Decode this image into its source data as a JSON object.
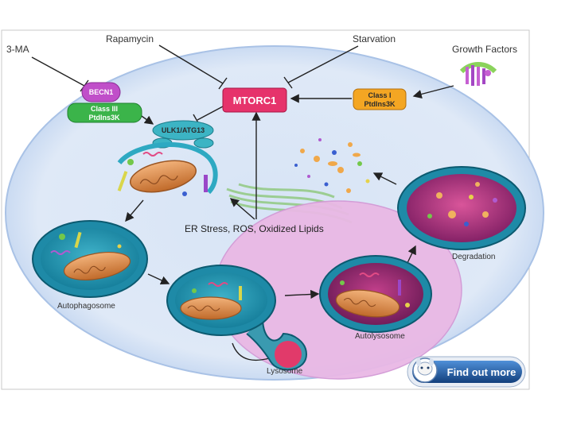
{
  "inputs": {
    "three_ma": "3-MA",
    "rapamycin": "Rapamycin",
    "starvation": "Starvation",
    "growth_factors": "Growth Factors"
  },
  "nodes": {
    "becn1": "BECN1",
    "class3_line1": "Class III",
    "class3_line2": "PtdIns3K",
    "ulk1": "ULK1/ATG13",
    "mtorc1": "MTORC1",
    "class1_line1": "Class I",
    "class1_line2": "PtdIns3K"
  },
  "labels": {
    "er_stress": "ER Stress, ROS, Oxidized Lipids",
    "autophagosome": "Autophagosome",
    "autolysosome": "Autolysosome",
    "lysosome": "Lysosome",
    "degradation": "Degradation"
  },
  "button": {
    "find_out_more": "Find out more"
  },
  "colors": {
    "cell": "#dfe9f7",
    "cell_inner": "#c6d8f1",
    "mtorc1": "#e6336b",
    "becn1": "#c04fc9",
    "class3": "#3bb44a",
    "ulk1": "#3cb4c4",
    "class1": "#f4a623",
    "lysosome": "#e7a9de",
    "button": "#1f5fa8"
  }
}
